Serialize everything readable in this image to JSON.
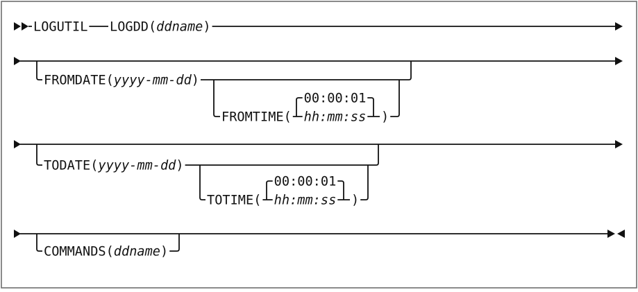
{
  "diagram": {
    "kind": "railroad-syntax-diagram",
    "command": "LOGUTIL"
  },
  "tokens": {
    "logutil": "LOGUTIL",
    "logdd_open": "LOGDD(",
    "logdd_var": "ddname",
    "fromdate_open": "FROMDATE(",
    "fromdate_var": "yyyy-mm-dd",
    "fromtime_open": "FROMTIME(",
    "fromtime_default": "00:00:01",
    "fromtime_var": "hh:mm:ss",
    "todate_open": "TODATE(",
    "todate_var": "yyyy-mm-dd",
    "totime_open": "TOTIME(",
    "totime_default": "00:00:01",
    "totime_var": "hh:mm:ss",
    "commands_open": "COMMANDS(",
    "commands_var": "ddname",
    "close_paren": ")"
  },
  "colors": {
    "line": "#111111",
    "text": "#111111",
    "background": "#ffffff",
    "border": "#6e6e6e"
  }
}
